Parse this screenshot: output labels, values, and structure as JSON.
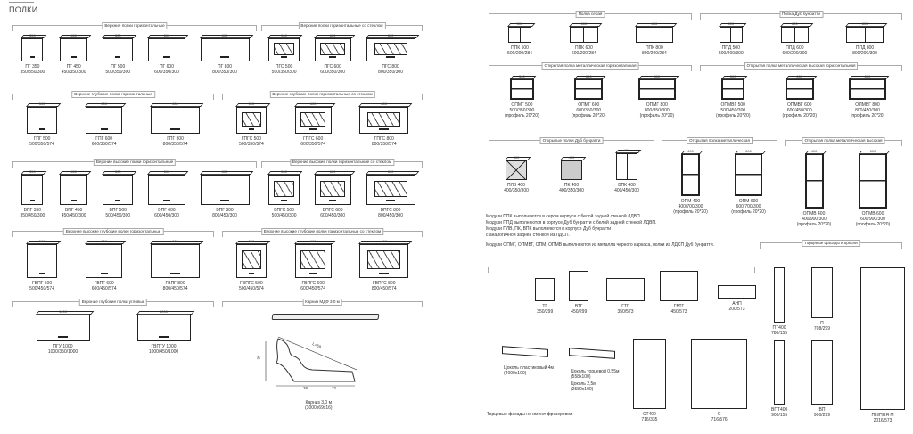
{
  "page_title": "ПОЛКИ",
  "groups": [
    {
      "label": "Верхние полки горизонтальные",
      "kind": "cabinet",
      "items": [
        {
          "name": "ПГ 350",
          "size": "350/350/300",
          "w": "350"
        },
        {
          "name": "ПГ 450",
          "size": "450/350/300",
          "w": "450"
        },
        {
          "name": "ПГ 500",
          "size": "500/350/300",
          "w": "500"
        },
        {
          "name": "ПГ 600",
          "size": "600/350/300",
          "w": "600"
        },
        {
          "name": "ПГ 800",
          "size": "800/350/300",
          "w": "800"
        }
      ]
    },
    {
      "label": "Верхние полки горизонтальные со стеклом",
      "kind": "glass",
      "items": [
        {
          "name": "ПГС 500",
          "size": "500/350/300",
          "w": "500"
        },
        {
          "name": "ПГС 600",
          "size": "600/350/300",
          "w": "600"
        },
        {
          "name": "ПГС 800",
          "size": "800/350/300",
          "w": "800"
        }
      ]
    },
    {
      "label": "Верхние глубокие полки горизонтальные",
      "kind": "cabinet",
      "items": [
        {
          "name": "ГПГ 500",
          "size": "500/350/574",
          "w": "500"
        },
        {
          "name": "ГПГ 600",
          "size": "600/350/574",
          "w": "600"
        },
        {
          "name": "ГПГ 800",
          "size": "800/350/574",
          "w": "800"
        }
      ]
    },
    {
      "label": "Верхние глубокие полки горизонтальные со стеклом",
      "kind": "glass",
      "items": [
        {
          "name": "ГПГС 500",
          "size": "500/350/574",
          "w": "500"
        },
        {
          "name": "ГПГС 600",
          "size": "600/350/574",
          "w": "600"
        },
        {
          "name": "ГПГС 800",
          "size": "800/350/574",
          "w": "800"
        }
      ]
    },
    {
      "label": "Верхние высокие полки горизонтальные",
      "kind": "cabinet",
      "items": [
        {
          "name": "ВПГ 350",
          "size": "350/450/300",
          "w": "350"
        },
        {
          "name": "ВПГ 450",
          "size": "450/450/300",
          "w": "450"
        },
        {
          "name": "ВПГ 500",
          "size": "500/450/300",
          "w": "500"
        },
        {
          "name": "ВПГ 600",
          "size": "600/450/300",
          "w": "600"
        },
        {
          "name": "ВПГ 800",
          "size": "800/450/300",
          "w": "800"
        }
      ]
    },
    {
      "label": "Верхние высокие полки горизонтальные со стеклом",
      "kind": "glass",
      "items": [
        {
          "name": "ВПГС 500",
          "size": "500/450/300",
          "w": "500"
        },
        {
          "name": "ВПГС 600",
          "size": "600/450/300",
          "w": "600"
        },
        {
          "name": "ВПГС 800",
          "size": "800/450/300",
          "w": "800"
        }
      ]
    },
    {
      "label": "Верхние высокие глубокие полки горизонтальные",
      "kind": "cabinet",
      "items": [
        {
          "name": "ГВПГ 500",
          "size": "500/450/574",
          "w": "500"
        },
        {
          "name": "ГВПГ 600",
          "size": "600/450/574",
          "w": "600"
        },
        {
          "name": "ГВПГ 800",
          "size": "800/450/574",
          "w": "800"
        }
      ]
    },
    {
      "label": "Верхние высокие глубокие полки горизонтальные со стеклом",
      "kind": "glass",
      "items": [
        {
          "name": "ГВПГС 500",
          "size": "500/450/574",
          "w": "500"
        },
        {
          "name": "ГВПГС 600",
          "size": "600/450/574",
          "w": "600"
        },
        {
          "name": "ГВПГС 800",
          "size": "800/450/574",
          "w": "800"
        }
      ]
    },
    {
      "label": "Верхние глубокие полки угловые",
      "kind": "corner",
      "items": [
        {
          "name": "ПГУ 1000",
          "size": "1000/350/1000",
          "w": "1000"
        },
        {
          "name": "ГВПГУ 1000",
          "size": "1000/450/1000",
          "w": "1000"
        }
      ]
    },
    {
      "label": "Карниз МДФ 3,0 м",
      "kind": "none",
      "items": []
    },
    {
      "label": "Полка серая",
      "kind": "cells",
      "items": [
        {
          "name": "ППК 500",
          "size": "500/200/284",
          "w": "500"
        },
        {
          "name": "ППК 600",
          "size": "600/200/284",
          "w": "600"
        },
        {
          "name": "ППК 800",
          "size": "800/200/284",
          "w": "800"
        }
      ]
    },
    {
      "label": "Полка Дуб бунратти",
      "kind": "cellsgrey",
      "items": [
        {
          "name": "ППД 500",
          "size": "500/200/300",
          "w": "500"
        },
        {
          "name": "ППД 600",
          "size": "600/200/300",
          "w": "600"
        },
        {
          "name": "ППД 800",
          "size": "800/200/300",
          "w": "800"
        }
      ]
    },
    {
      "label": "Открытая полка металлическая горизонтальная",
      "kind": "metal",
      "items": [
        {
          "name": "ОПМГ 500",
          "size": "500/350/300",
          "w": "500",
          "profile": "(профиль 20*20)"
        },
        {
          "name": "ОПМГ 600",
          "size": "600/350/300",
          "w": "600",
          "profile": "(профиль 20*20)"
        },
        {
          "name": "ОПМГ 800",
          "size": "800/350/300",
          "w": "800",
          "profile": "(профиль 20*20)"
        }
      ]
    },
    {
      "label": "Открытая полка металлическая высокая горизонтальная",
      "kind": "metal",
      "items": [
        {
          "name": "ОПМВГ 500",
          "size": "500/450/300",
          "w": "500",
          "profile": "(профиль 20*20)"
        },
        {
          "name": "ОПМВГ 600",
          "size": "600/450/300",
          "w": "600",
          "profile": "(профиль 20*20)"
        },
        {
          "name": "ОПМВГ 800",
          "size": "800/450/300",
          "w": "800",
          "profile": "(профиль 20*20)"
        }
      ]
    },
    {
      "label": "Открытые полки Дуб бунратти",
      "kind": "open",
      "items": [
        {
          "name": "ПЛВ 400",
          "size": "400/350/300",
          "w": "400"
        },
        {
          "name": "ПК 400",
          "size": "400/350/300",
          "w": "400"
        },
        {
          "name": "ВПК 400",
          "size": "400/450/300",
          "w": "400"
        }
      ]
    },
    {
      "label": "Открытая полка металлическая",
      "kind": "metaltall",
      "items": [
        {
          "name": "ОПМ 400",
          "size": "400/700/300",
          "w": "400",
          "profile": "(профиль 20*20)"
        },
        {
          "name": "ОПМ 600",
          "size": "600/700/300",
          "w": "600",
          "profile": "(профиль 20*20)"
        }
      ]
    },
    {
      "label": "Открытая полка металлическая высокая",
      "kind": "metaltaller",
      "items": [
        {
          "name": "ОПМВ 400",
          "size": "400/900/300",
          "w": "400",
          "profile": "(профиль 20*20)"
        },
        {
          "name": "ОПМВ 600",
          "size": "600/900/300",
          "w": "600",
          "profile": "(профиль 20*20)"
        }
      ]
    },
    {
      "label": "Торцевые фасады и цоколи",
      "kind": "none",
      "items": []
    }
  ],
  "cornice": {
    "name": "Карниз 3,0 м",
    "size": "(3000x69x16)",
    "d1": "38",
    "d2": "22",
    "d3": "36",
    "d4": "L=69"
  },
  "notes": [
    "Модули ППК выполняются в сером корпусе с белой задней стенкой ЛДВП.",
    "Модули ППД выполняются в корпусе Дуб бунратти с белой задней стенкой ЛДВП.",
    "Модули ПЛВ, ПК, ВПК выполняются в корпусе Дуб бунратти",
    "с аналогичной задней стенкой из ЛДСП.",
    "Модули ОПМГ, ОПМВГ, ОПМ, ОПМВ выполняются из металла черного каркаса, полки из ЛДСП Дуб бунратти."
  ],
  "plinths": [
    {
      "name": "Цоколь пластиковый 4м",
      "size": "(4000x100)"
    },
    {
      "name": "Цоколь торцевой 0,55м",
      "size": "(558x100)"
    },
    {
      "name": "Цоколь 2,5м",
      "size": "(2580x100)"
    }
  ],
  "facade_note": "Торцевые фасады не имеют фрезеровки",
  "facades": [
    {
      "name": "ТГ",
      "size": "350/299",
      "h": "350",
      "w": "299"
    },
    {
      "name": "ВТГ",
      "size": "450/299",
      "h": "450",
      "w": "299"
    },
    {
      "name": "ГТГ",
      "size": "350/573",
      "h": "350",
      "w": "573"
    },
    {
      "name": "ГВТГ",
      "size": "450/573",
      "h": "450",
      "w": "573"
    },
    {
      "name": "АНП",
      "size": "200/573",
      "h": "200",
      "w": "573"
    },
    {
      "name": "ПТ400",
      "size": "780/155",
      "h": "780",
      "w": "155"
    },
    {
      "name": "П",
      "size": "708/299",
      "h": "708",
      "w": "299"
    },
    {
      "name": "ПН/ПНЯ М",
      "size": "2016/573",
      "h": "2016",
      "w": "573"
    },
    {
      "name": "СТ400",
      "size": "716/335",
      "h": "716",
      "w": "335"
    },
    {
      "name": "С",
      "size": "716/576",
      "h": "716",
      "w": "576"
    },
    {
      "name": "ВПТ400",
      "size": "900/155",
      "h": "900",
      "w": "155"
    },
    {
      "name": "ВП",
      "size": "900/299",
      "h": "900",
      "w": "299"
    }
  ]
}
